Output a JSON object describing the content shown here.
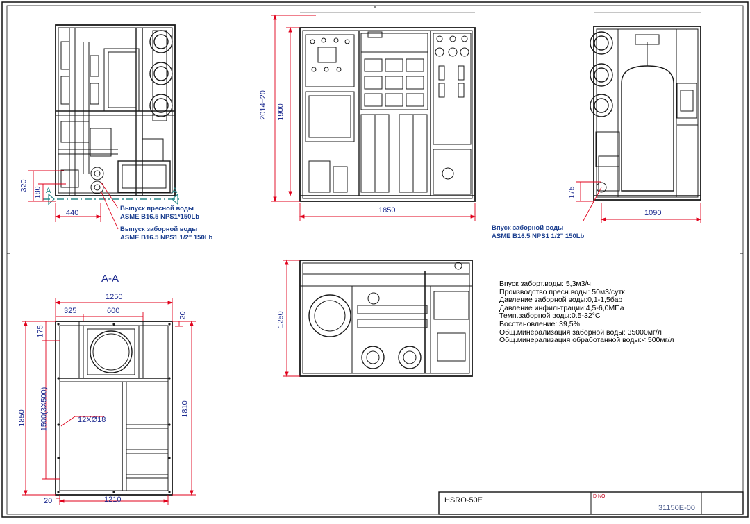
{
  "dimensions": {
    "left_height_320": "320",
    "left_height_180": "180",
    "left_width_440": "440",
    "front_height_total": "2014±20",
    "front_height_frame": "1900",
    "front_width": "1850",
    "right_height_175": "175",
    "right_width": "1090",
    "top_depth": "1250",
    "aa_width_1250": "1250",
    "aa_325": "325",
    "aa_600": "600",
    "aa_20_top": "20",
    "aa_175": "175",
    "aa_1500": "1500(3X500)",
    "aa_1850": "1850",
    "aa_1810": "1810",
    "aa_20_bottom": "20",
    "aa_1210": "1210",
    "aa_holes": "12XØ18"
  },
  "section_label": "A-A",
  "section_marker": "A",
  "notes": {
    "outlet_fresh_title": "Выпуск пресной воды",
    "outlet_fresh_spec": "ASME B16.5 NPS1*150Lb",
    "outlet_feed_title": "Выпуск заборной воды",
    "outlet_feed_spec": "ASME B16.5 NPS1 1/2\" 150Lb",
    "inlet_feed_title": "Впуск заборной воды",
    "inlet_feed_spec": "ASME B16.5 NPS1 1/2\" 150Lb"
  },
  "specs": [
    "Впуск заборт.воды: 5,3м3/ч",
    "Производство пресн.воды: 50м3/сутк",
    "Давление заборной воды:0,1-1,5бар",
    "Давление инфильтрации:4,5-6,0МПа",
    "Темп.заборной воды:0.5-32°C",
    "Восстановление: 39,5%",
    "Общ.минерализация заборной воды: 35000мг/л",
    "Общ.минерализация обработанной воды:< 500мг/л"
  ],
  "title_block": {
    "model": "HSRO-50E",
    "dno_label": "D NO",
    "drawing_number": "31150E-00"
  },
  "colors": {
    "line": "#1a1a1a",
    "dimension": "#e0001b",
    "dimension_text": "#1c2a8f",
    "note_text": "#1c3f8f",
    "ground": "#2a8a8a"
  }
}
